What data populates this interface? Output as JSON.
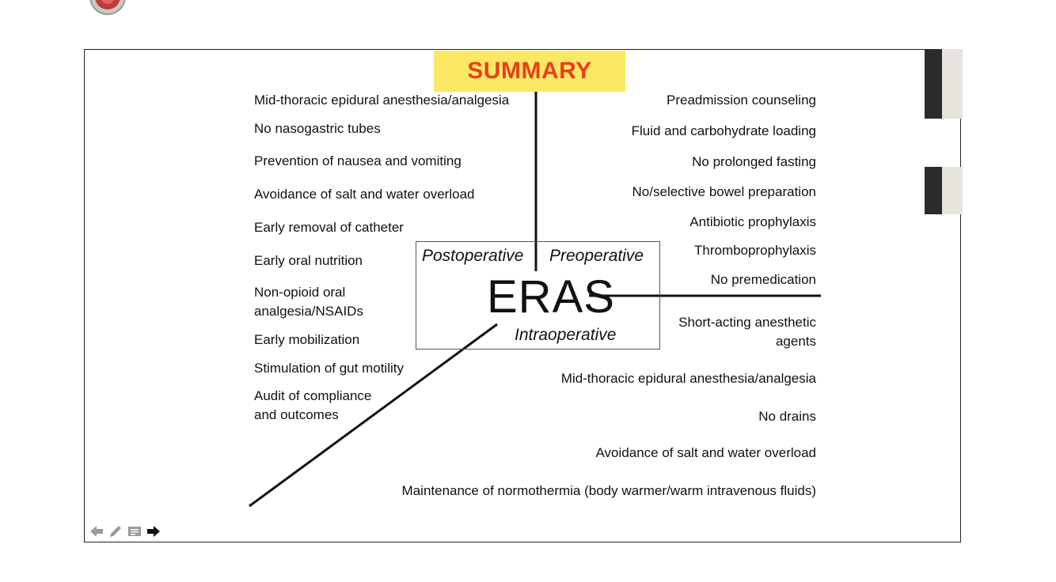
{
  "header": {
    "logo_text": "",
    "subtitle": ""
  },
  "slide": {
    "title": "SUMMARY",
    "center": "ERAS",
    "phases": {
      "postoperative": "Postoperative",
      "preoperative": "Preoperative",
      "intraoperative": "Intraoperative"
    },
    "postoperative_items": [
      "Mid-thoracic epidural anesthesia/analgesia",
      "No nasogastric tubes",
      "Prevention of nausea and vomiting",
      "Avoidance of salt and water overload",
      "Early removal of catheter",
      "Early oral nutrition",
      "Non-opioid oral analgesia/NSAIDs",
      "Early mobilization",
      "Stimulation of gut motility",
      "Audit of compliance and outcomes"
    ],
    "preoperative_items": [
      "Preadmission counseling",
      "Fluid and carbohydrate loading",
      "No prolonged fasting",
      "No/selective bowel preparation",
      "Antibiotic prophylaxis",
      "Thromboprophylaxis",
      "No premedication"
    ],
    "intraoperative_items": [
      "Short-acting anesthetic agents",
      "Mid-thoracic epidural anesthesia/analgesia",
      "No drains",
      "Avoidance of salt and water overload",
      "Maintenance of normothermia (body warmer/warm intravenous fluids)"
    ]
  },
  "colors": {
    "title_bg": "#fae864",
    "title_text": "#e8401c",
    "brand_red": "#d42a2a"
  },
  "nav_icons": [
    "arrow-left-icon",
    "pencil-icon",
    "notes-icon",
    "arrow-right-icon"
  ]
}
